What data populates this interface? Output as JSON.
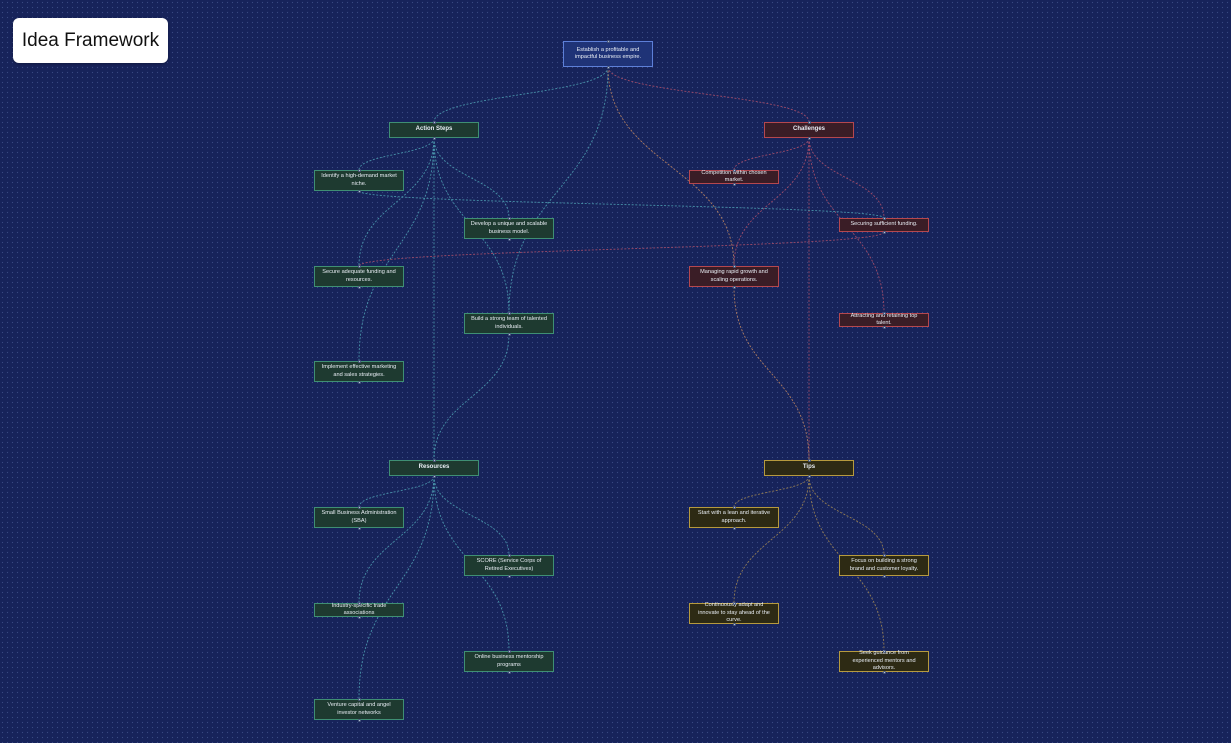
{
  "app": {
    "title": "Idea Framework"
  },
  "colors": {
    "background": "#17235a",
    "root": "#5d7fd8",
    "action_steps": "#3f8f74",
    "challenges": "#b5474f",
    "resources": "#3f8f74",
    "tips": "#b69a3e",
    "edge_teal": "#4fa3b5",
    "edge_red": "#b3506a",
    "edge_orange": "#c58a62",
    "edge_yellow": "#a78b52"
  },
  "root": {
    "label": "Establish a profitable and impactful business empire."
  },
  "branches": {
    "action_steps": {
      "label": "Action Steps",
      "items": [
        "Identify a high-demand market niche.",
        "Develop a unique and scalable business model.",
        "Secure adequate funding and resources.",
        "Build a strong team of talented individuals.",
        "Implement effective marketing and sales strategies."
      ]
    },
    "challenges": {
      "label": "Challenges",
      "items": [
        "Competition within chosen market.",
        "Securing sufficient funding.",
        "Managing rapid growth and scaling operations.",
        "Attracting and retaining top talent."
      ]
    },
    "resources": {
      "label": "Resources",
      "items": [
        "Small Business Administration (SBA)",
        "SCORE (Service Corps of Retired Executives)",
        "Industry-specific trade associations",
        "Online business mentorship programs",
        "Venture capital and angel investor networks"
      ]
    },
    "tips": {
      "label": "Tips",
      "items": [
        "Start with a lean and iterative approach.",
        "Focus on building a strong brand and customer loyalty.",
        "Continuously adapt and innovate to stay ahead of the curve.",
        "Seek guidance from experienced mentors and advisors."
      ]
    }
  }
}
